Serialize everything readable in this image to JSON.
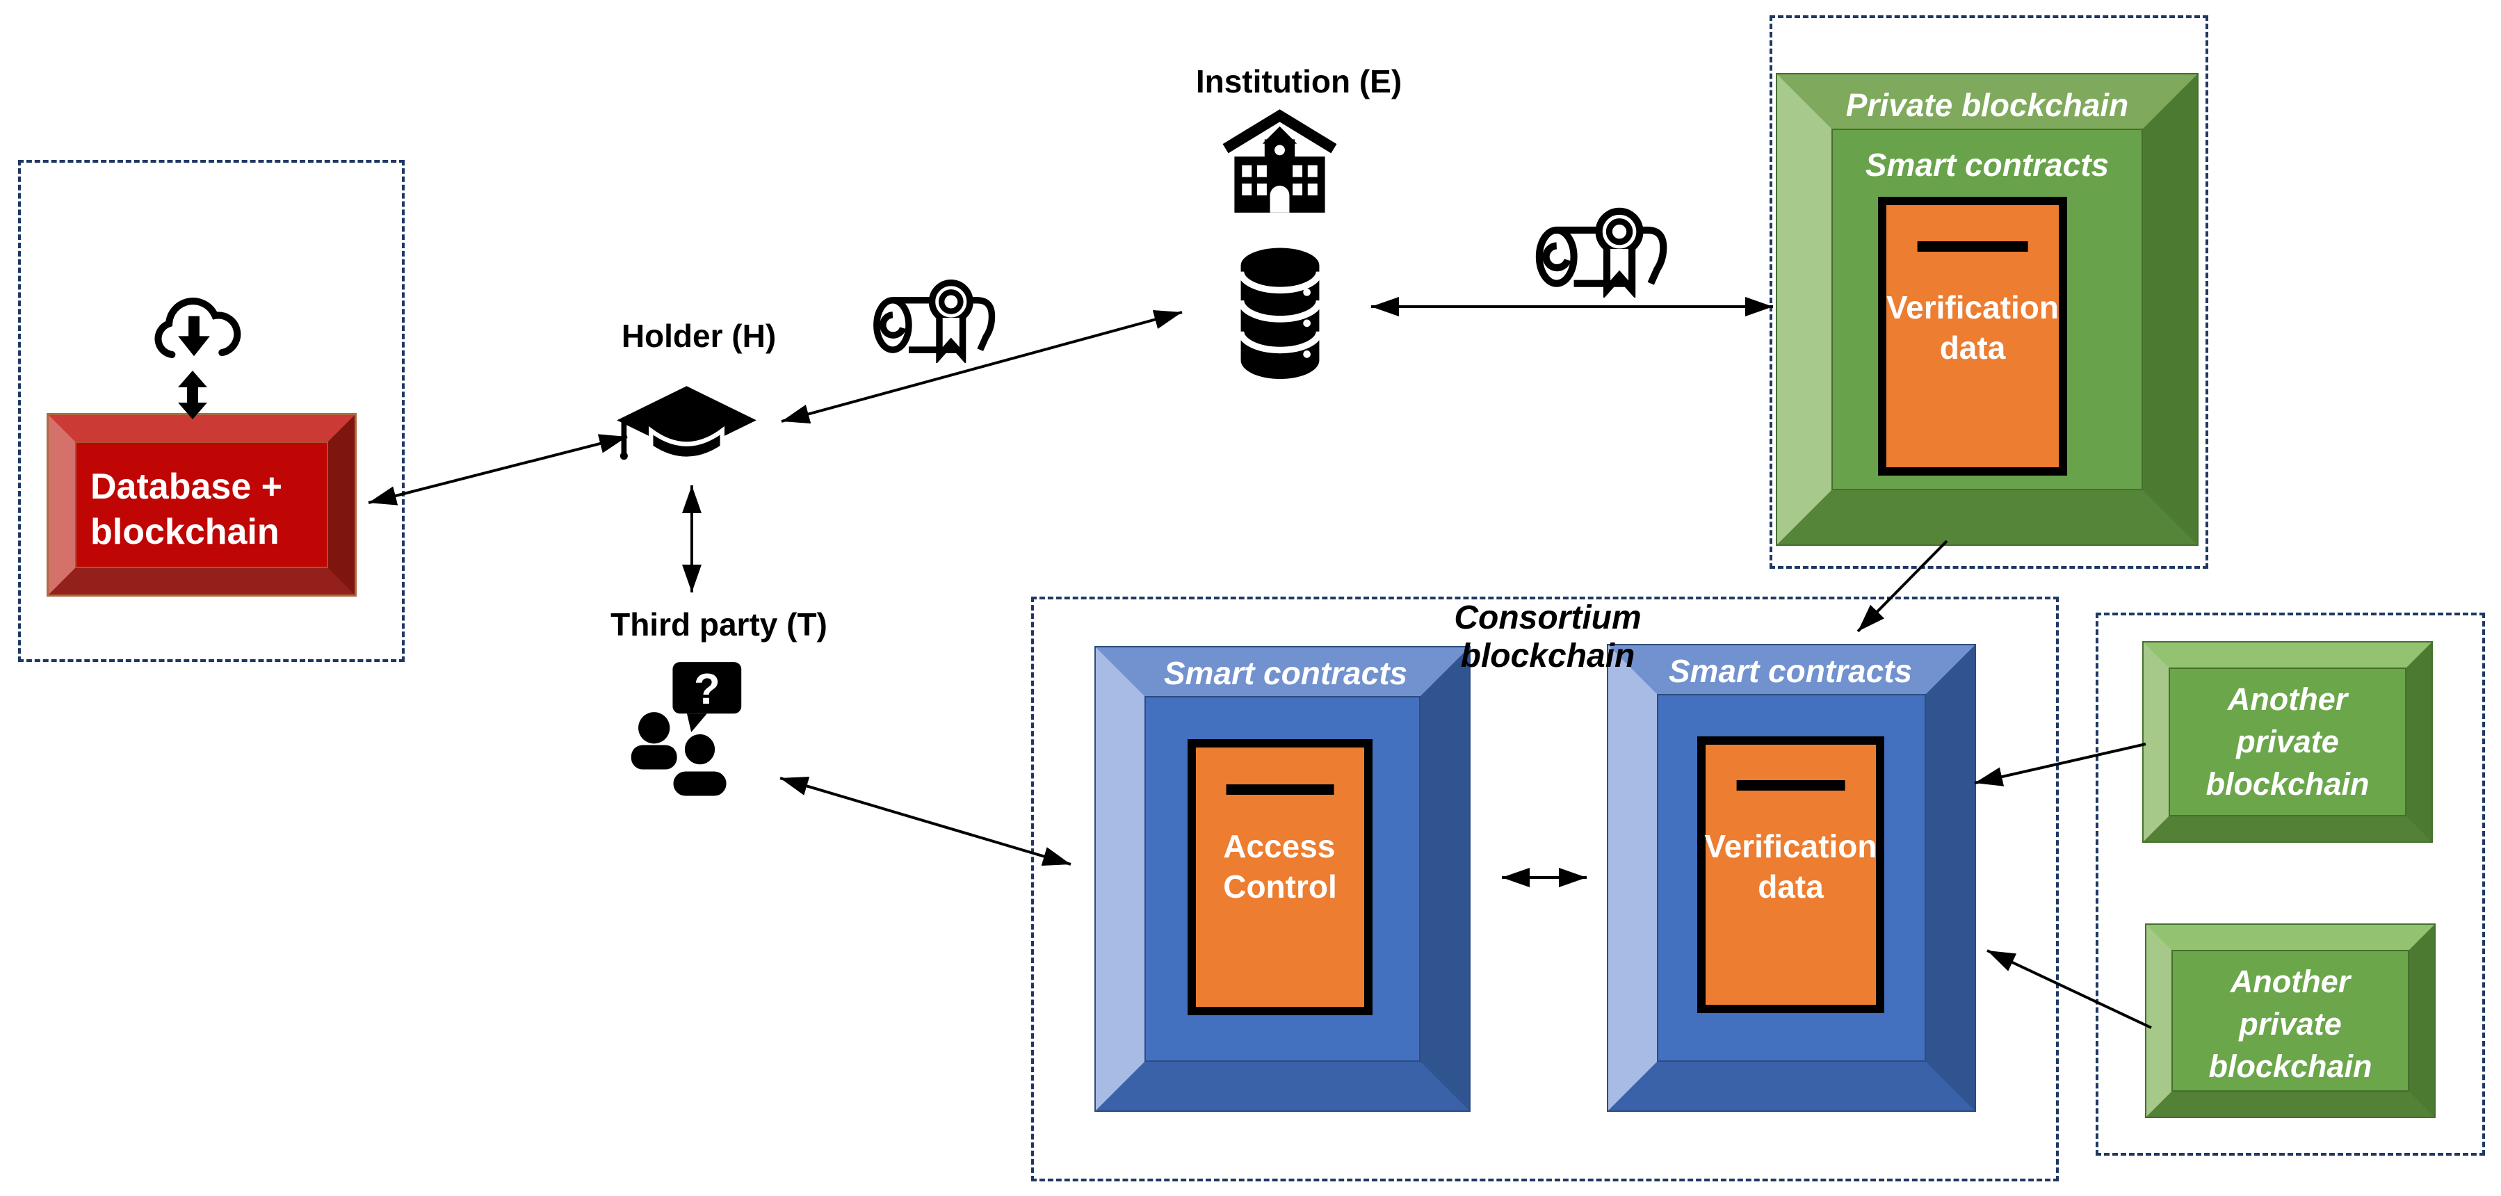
{
  "diagram": {
    "labels": {
      "holder": "Holder (H)",
      "institution": "Institution (E)",
      "third_party": "Third party (T)",
      "database_blockchain": "Database +\nblockchain",
      "private_title": "Private blockchain",
      "smart_contracts": "Smart contracts",
      "verification_data": "Verification\ndata",
      "access_control": "Access\nControl",
      "consortium_title": "Consortium blockchain",
      "another_private": "Another\nprivate\nblockchain",
      "question_mark": "?"
    },
    "colors": {
      "dashed_border": "#1f3864",
      "red_face": "#c00505",
      "red_outline": "#ad6a41",
      "green_face": "#68a24a",
      "green_light_bevel": "#a8c98c",
      "green_dark_bevel": "#4c7a31",
      "blue_face": "#4470c0",
      "blue_light_bevel": "#a8bbe4",
      "blue_dark_bevel": "#30548f",
      "orange_face": "#ed7d31",
      "icon_black": "#000000",
      "text_white": "#ffffff",
      "text_black": "#000000"
    },
    "icons": {
      "cloud-download-icon": "cloud outline with filled down arrow",
      "sync-arrow-icon": "thick vertical double-headed arrow",
      "graduation-cap-icon": "mortarboard with tassel",
      "certificate-icon": "diploma scroll with rosette seal and ribbon",
      "school-icon": "institution building with roof and windows",
      "database-icon": "stacked database cylinders",
      "people-question-icon": "two person silhouettes with question speech bubble"
    }
  }
}
